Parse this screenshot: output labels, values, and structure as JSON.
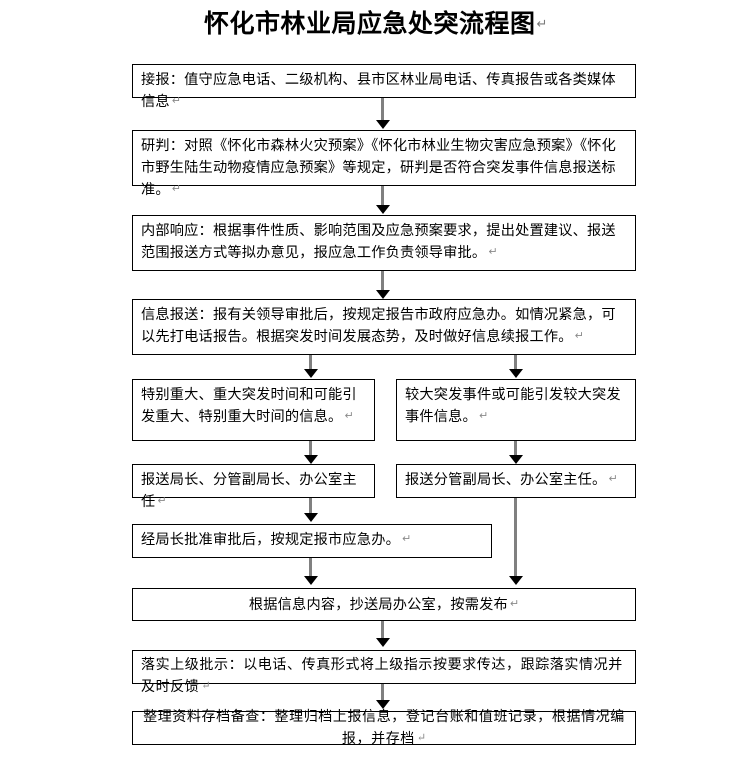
{
  "document": {
    "title": "怀化市林业局应急处突流程图",
    "paragraph_mark": "↵"
  },
  "chart_data": {
    "type": "flowchart",
    "title": "怀化市林业局应急处突流程图",
    "orientation": "top-to-bottom",
    "node_count": 10,
    "branches": 2
  },
  "nodes": {
    "n1": {
      "id": "receive-report",
      "text": "接报：值守应急电话、二级机构、县市区林业局电话、传真报告或各类媒体信息",
      "mark": "↵"
    },
    "n2": {
      "id": "assessment",
      "text": "研判：对照《怀化市森林火灾预案》《怀化市林业生物灾害应急预案》《怀化市野生陆生动物疫情应急预案》等规定，研判是否符合突发事件信息报送标准。",
      "mark": "↵"
    },
    "n3": {
      "id": "internal-response",
      "text": "内部响应：根据事件性质、影响范围及应急预案要求，提出处置建议、报送范围报送方式等拟办意见，报应急工作负责领导审批。",
      "mark": "↵"
    },
    "n4": {
      "id": "information-submission",
      "text": "信息报送：报有关领导审批后，按规定报告市政府应急办。如情况紧急，可以先打电话报告。根据突发时间发展态势，及时做好信息续报工作。",
      "mark": "↵"
    },
    "n5a": {
      "id": "major-event-info",
      "text": "特别重大、重大突发时间和可能引发重大、特别重大时间的信息。",
      "mark": "↵"
    },
    "n5b": {
      "id": "large-event-info",
      "text": "较大突发事件或可能引发较大突发事件信息。",
      "mark": "↵"
    },
    "n6a": {
      "id": "report-to-director",
      "text": "报送局长、分管副局长、办公室主任",
      "mark": "↵"
    },
    "n6b": {
      "id": "report-to-deputy",
      "text": "报送分管副局长、办公室主任。",
      "mark": "↵"
    },
    "n7": {
      "id": "director-approval",
      "text": "经局长批准审批后，按规定报市应急办。",
      "mark": "↵"
    },
    "n8": {
      "id": "copy-and-release",
      "text": "根据信息内容，抄送局办公室，按需发布",
      "mark": "↵"
    },
    "n9": {
      "id": "implement-instructions",
      "text": "落实上级批示：以电话、传真形式将上级指示按要求传达，跟踪落实情况并及时反馈",
      "mark": "↵"
    },
    "n10": {
      "id": "archive-materials",
      "text": "整理资料存档备查：整理归档上报信息，登记台账和值班记录，根据情况编报，并存档",
      "mark": "↵"
    }
  },
  "style": {
    "box_border_color": "#000000",
    "connector_color": "#808080",
    "arrowhead_color": "#000000",
    "background": "#ffffff",
    "text_color": "#000000"
  }
}
